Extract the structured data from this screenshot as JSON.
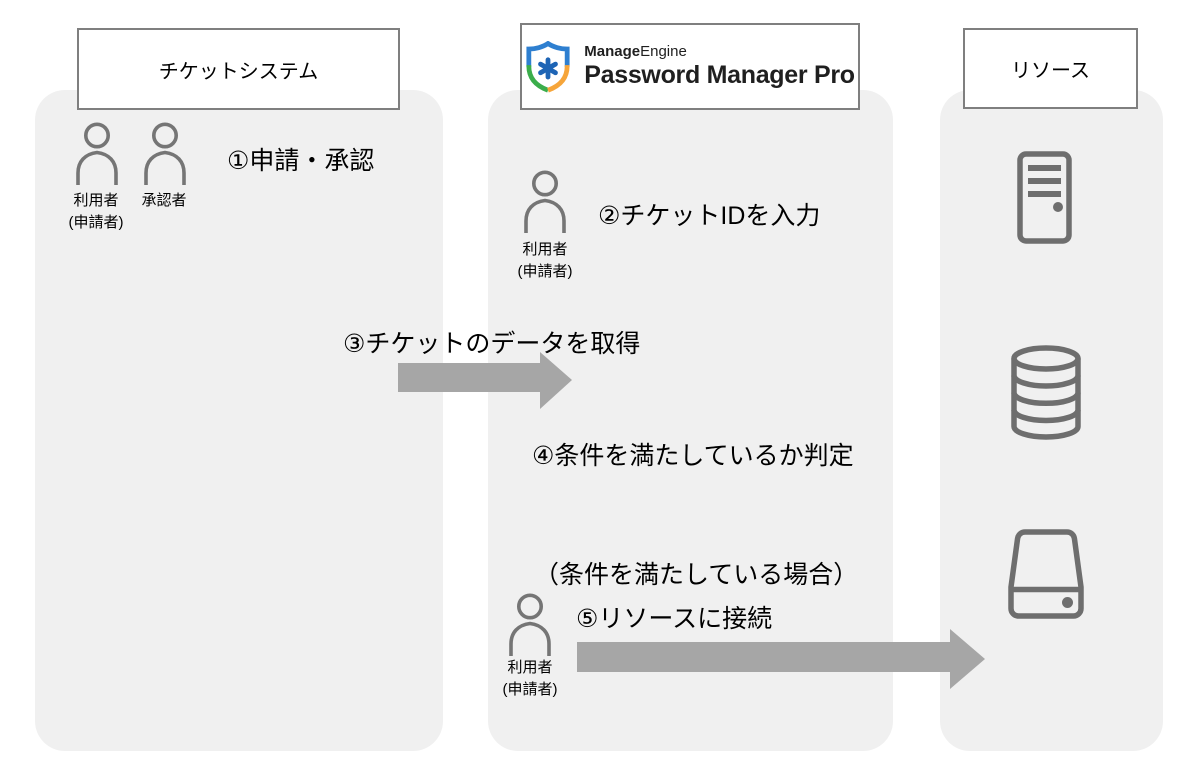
{
  "colors": {
    "column-bg": "#f0f0f0",
    "box-border": "#7f7f7f",
    "icon-stroke": "#6e6e6e",
    "person-stroke": "#757575",
    "arrow-fill": "#a6a6a6",
    "logo-text": "#1f1f1f",
    "shield-blue": "#2e7fd0",
    "shield-green": "#3bad4b",
    "shield-orange": "#f6a53a",
    "shield-asterisk": "#1d64b5"
  },
  "columns": {
    "ticket": {
      "title": "チケットシステム"
    },
    "pmp": {
      "brand_bold": "Manage",
      "brand_light": "Engine",
      "product": "Password Manager Pro"
    },
    "resource": {
      "title": "リソース"
    }
  },
  "actors": {
    "requester": {
      "line1": "利用者",
      "line2": "(申請者)"
    },
    "approver": {
      "line1": "承認者"
    }
  },
  "steps": {
    "step1": "①申請・承認",
    "step2": "②チケットIDを入力",
    "step3": "③チケットのデータを取得",
    "step4": "④条件を満たしているか判定",
    "step5_condition": "（条件を満たしている場合）",
    "step5": "⑤リソースに接続"
  },
  "icons": {
    "resource_icons": [
      "server-icon",
      "database-icon",
      "hard-drive-icon"
    ]
  }
}
